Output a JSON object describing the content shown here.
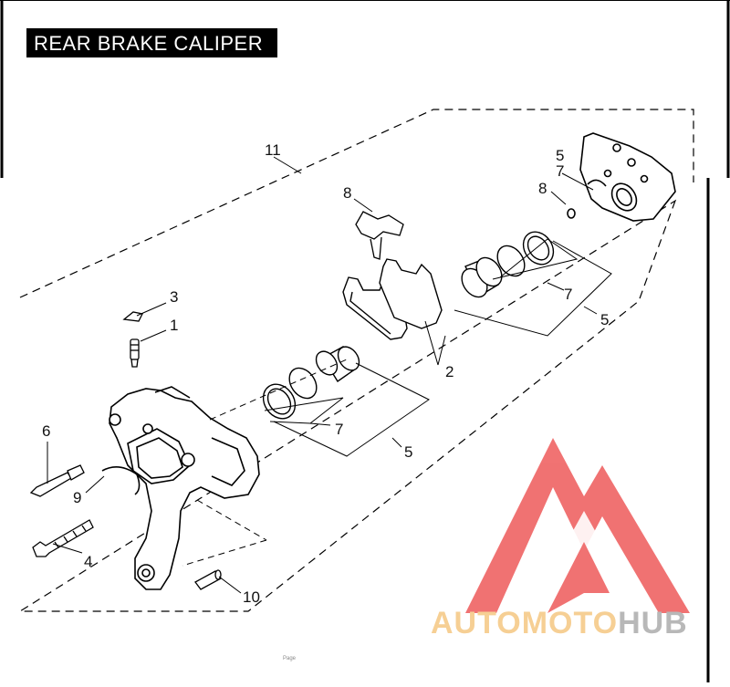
{
  "title": "REAR BRAKE CALIPER",
  "callouts": {
    "c11": "11",
    "c8_top": "8",
    "c5_top": "5",
    "c7_top": "7",
    "c8_right": "8",
    "c3": "3",
    "c1": "1",
    "c7_right": "7",
    "c5_right": "5",
    "c2": "2",
    "c7_mid": "7",
    "c5_mid": "5",
    "c6": "6",
    "c9": "9",
    "c4": "4",
    "c10": "10"
  },
  "watermark": {
    "part1": "AUTOMOTO",
    "part2": "HUB",
    "color1": "#f6cf94",
    "color2": "#b8b8b8",
    "logo_color": "#ee5a5a"
  },
  "footer": "Page"
}
